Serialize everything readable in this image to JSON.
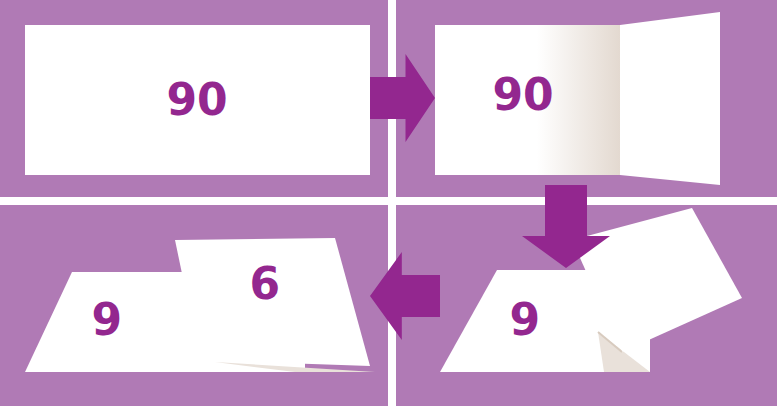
{
  "diagram": {
    "nodes": [
      {
        "text": [
          "90"
        ]
      },
      {
        "text": [
          "90"
        ]
      },
      {
        "text": [
          "9"
        ]
      },
      {
        "text": [
          "9"
        ]
      },
      {
        "text": [
          "6"
        ]
      }
    ],
    "edges": [
      {
        "from": 0,
        "to": 1,
        "arrow": "to"
      },
      {
        "from": 1,
        "to": 2,
        "arrow": "to"
      },
      {
        "from": 2,
        "to": 4,
        "arrow": "to"
      }
    ]
  }
}
